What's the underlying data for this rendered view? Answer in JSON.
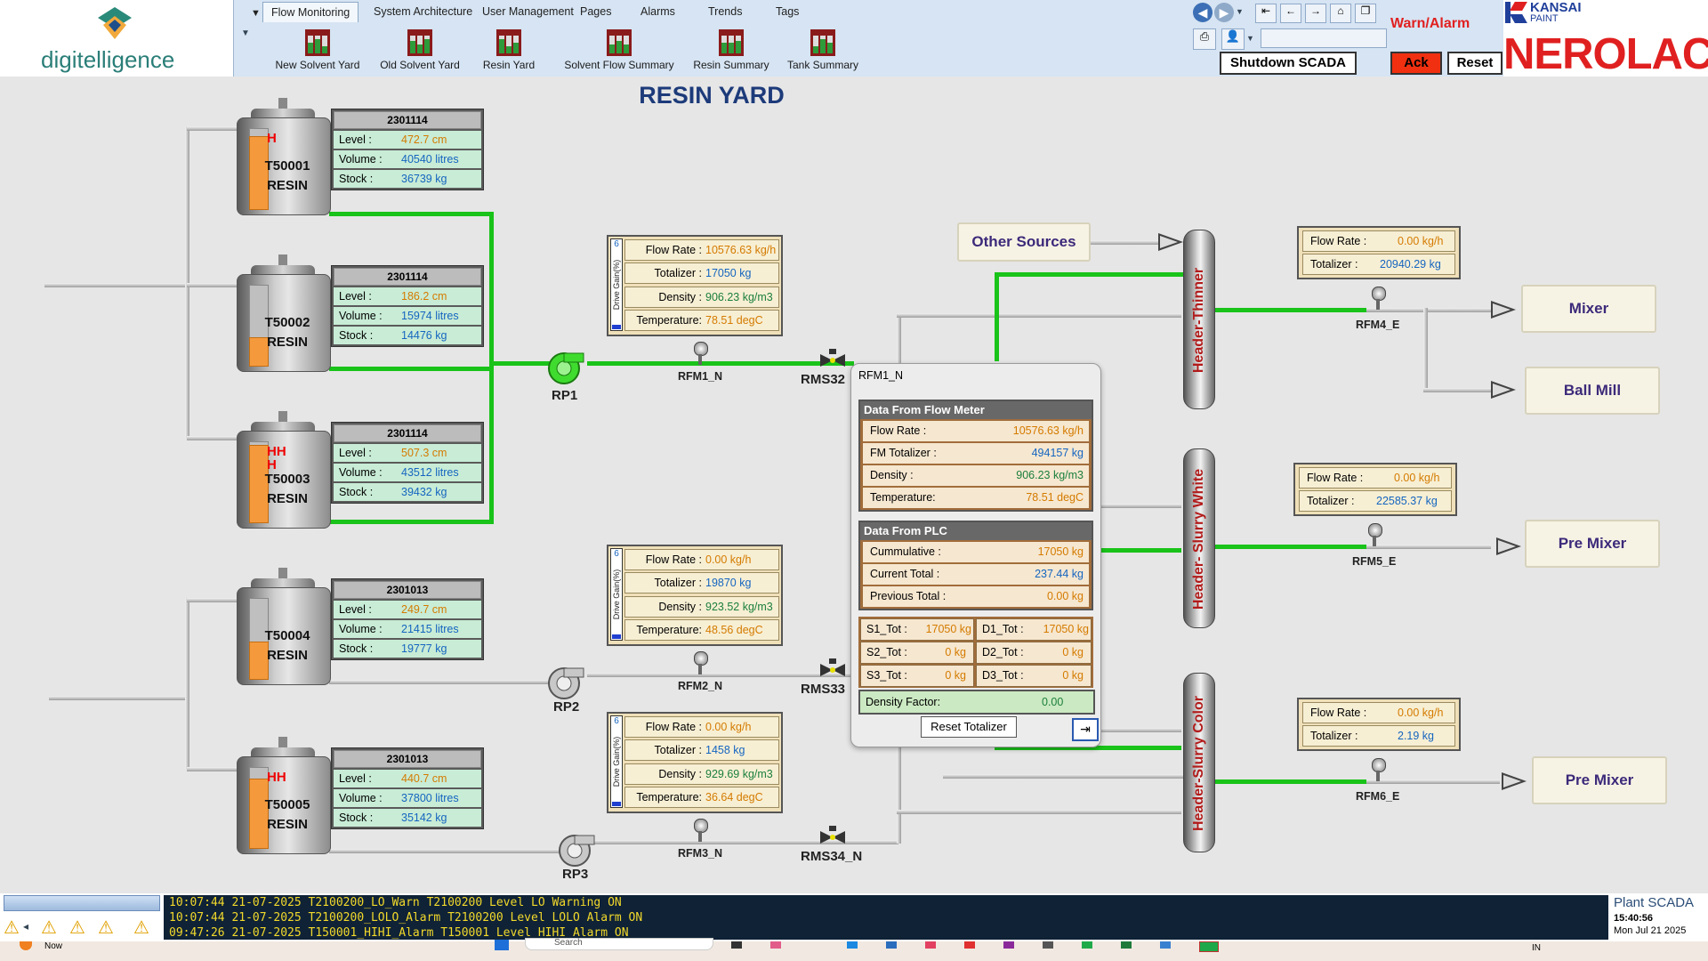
{
  "brand": {
    "left_logo": "digitelligence",
    "kansai_line1": "KANSAI",
    "kansai_line2": "PAINT",
    "nerolac": "NEROLAC"
  },
  "ribbon": {
    "tabs": [
      "Flow Monitoring",
      "System Architecture",
      "User Management",
      "Pages",
      "Alarms",
      "Trends",
      "Tags"
    ],
    "buttons": [
      "New Solvent Yard",
      "Old Solvent Yard",
      "Resin Yard",
      "Solvent Flow Summary",
      "Resin Summary",
      "Tank Summary"
    ]
  },
  "controls": {
    "warn_alarm": "Warn/Alarm",
    "shutdown": "Shutdown SCADA",
    "ack": "Ack",
    "reset": "Reset"
  },
  "page_title": "RESIN YARD",
  "tanks": [
    {
      "id": "T50001",
      "product": "RESIN",
      "batch": "2301114",
      "level": "472.7 cm",
      "volume": "40540 litres",
      "stock": "36739 kg",
      "alarm": "H",
      "fill": 0.9
    },
    {
      "id": "T50002",
      "product": "RESIN",
      "batch": "2301114",
      "level": "186.2 cm",
      "volume": "15974 litres",
      "stock": "14476 kg",
      "alarm": "",
      "fill": 0.35
    },
    {
      "id": "T50003",
      "product": "RESIN",
      "batch": "2301114",
      "level": "507.3 cm",
      "volume": "43512 litres",
      "stock": "39432 kg",
      "alarm": "HH\nH",
      "fill": 0.95
    },
    {
      "id": "T50004",
      "product": "RESIN",
      "batch": "2301013",
      "level": "249.7 cm",
      "volume": "21415 litres",
      "stock": "19777 kg",
      "alarm": "",
      "fill": 0.46
    },
    {
      "id": "T50005",
      "product": "RESIN",
      "batch": "2301013",
      "level": "440.7 cm",
      "volume": "37800 litres",
      "stock": "35142 kg",
      "alarm": "HH",
      "fill": 0.85
    }
  ],
  "info_labels": {
    "level": "Level :",
    "volume": "Volume :",
    "stock": "Stock :"
  },
  "flowmeters": [
    {
      "gain": "6",
      "gain_label": "Drive Gain(%)",
      "flow": "10576.63 kg/h",
      "total": "17050 kg",
      "density": "906.23 kg/m3",
      "temp": "78.51 degC"
    },
    {
      "gain": "6",
      "gain_label": "Drive Gain(%)",
      "flow": "0.00 kg/h",
      "total": "19870 kg",
      "density": "923.52 kg/m3",
      "temp": "48.56 degC"
    },
    {
      "gain": "6",
      "gain_label": "Drive Gain(%)",
      "flow": "0.00 kg/h",
      "total": "1458 kg",
      "density": "929.69 kg/m3",
      "temp": "36.64 degC"
    }
  ],
  "fm_labels": {
    "flow": "Flow Rate :",
    "total": "Totalizer :",
    "density": "Density :",
    "temp": "Temperature:"
  },
  "devices": {
    "rp1": "RP1",
    "rp2": "RP2",
    "rp3": "RP3",
    "rfm1": "RFM1_N",
    "rfm2": "RFM2_N",
    "rfm3": "RFM3_N",
    "rms32": "RMS32",
    "rms33": "RMS33",
    "rms34": "RMS34_N",
    "rfm4": "RFM4_E",
    "rfm5": "RFM5_E",
    "rfm6": "RFM6_E"
  },
  "other_sources": "Other Sources",
  "headers": [
    "Header-Thinner",
    "Header- Slurry White",
    "Header-Slurry Color"
  ],
  "destinations": [
    "Mixer",
    "Ball Mill",
    "Pre Mixer",
    "Pre Mixer"
  ],
  "summaries": [
    {
      "flow": "0.00 kg/h",
      "total": "20940.29 kg"
    },
    {
      "flow": "0.00 kg/h",
      "total": "22585.37 kg"
    },
    {
      "flow": "0.00 kg/h",
      "total": "2.19 kg"
    }
  ],
  "sum_labels": {
    "flow": "Flow Rate :",
    "total": "Totalizer :"
  },
  "popup": {
    "title": "RFM1_N",
    "fm_header": "Data From Flow Meter",
    "fm_rows": [
      {
        "k": "Flow Rate :",
        "v": "10576.63 kg/h"
      },
      {
        "k": "FM Totalizer :",
        "v": "494157 kg"
      },
      {
        "k": "Density :",
        "v": "906.23 kg/m3"
      },
      {
        "k": "Temperature:",
        "v": "78.51 degC"
      }
    ],
    "plc_header": "Data From PLC",
    "plc_rows": [
      {
        "k": "Cummulative :",
        "v": "17050 kg"
      },
      {
        "k": "Current Total :",
        "v": "237.44 kg"
      },
      {
        "k": "Previous Total :",
        "v": "0.00 kg"
      }
    ],
    "tots": [
      {
        "k": "S1_Tot :",
        "v": "17050 kg"
      },
      {
        "k": "D1_Tot :",
        "v": "17050 kg"
      },
      {
        "k": "S2_Tot :",
        "v": "0 kg"
      },
      {
        "k": "D2_Tot :",
        "v": "0 kg"
      },
      {
        "k": "S3_Tot :",
        "v": "0 kg"
      },
      {
        "k": "D3_Tot :",
        "v": "0 kg"
      }
    ],
    "density_factor_label": "Density Factor:",
    "density_factor": "0.00",
    "reset_button": "Reset Totalizer"
  },
  "alarms": [
    "10:07:44 21-07-2025 T2100200_LO_Warn     T2100200 Level LO Warning  ON",
    "10:07:44 21-07-2025 T2100200_LOLO_Alarm T2100200 Level LOLO Alarm ON",
    "09:47:26 21-07-2025 T150001_HIHI_Alarm  T150001 Level HIHI Alarm   ON"
  ],
  "clock": {
    "app": "Plant SCADA",
    "time": "15:40:56",
    "date_long": "Mon Jul 21 2025",
    "date_short": "21-07-2025"
  },
  "taskbar": {
    "left": "Now",
    "lang": "IN",
    "search": "Search"
  }
}
